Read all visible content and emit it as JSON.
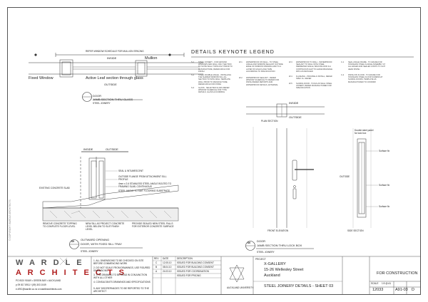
{
  "detail_a": {
    "top_dim": "REFER WINDOW SCHEDULE FOR MULLION SPACING",
    "inside": "INSIDE",
    "mullion": "Mullion",
    "fixed": "Fixed Window",
    "active": "Active Leaf section through glass",
    "outside": "OUTSIDE",
    "title": "DOOR",
    "subtitle": "JAMB SECTION THRU GLASS",
    "series": "STEEL JOINERY"
  },
  "keynote": {
    "heading": "DETAILS KEYNOTE LEGEND",
    "items": [
      {
        "code": "S-1",
        "text": "STEEL JOINERY - FOR GROUND WINDOWS AND WALL ONLY SECTION TO SUITE WALL TOPOLOGY PRIOR TO MANUFACTURE, REFER ARCH FOR FINISH"
      },
      {
        "code": "S-2",
        "text": "STEEL DOUBLE ANGLE - INSTALLING THE SHARED WINDOW SILL ALL SECTION TO WITH WALL TEMPLATE WALL PRIOR TO MANUFACTURE, REFER ARCH FOR FINISH"
      },
      {
        "code": "S-3",
        "text": "GLASS - SELECTED GLASS REFER WINDOW SCHEDULE FOR TYPE DETAILS, GLASS ACCORDING"
      },
      {
        "code": "W-1",
        "text": "WATERPROOF ON WALL - TO STEEL ANGLE AND WINDOW SEALANT OUTSIDE EDGE OF WINDOW OPENING AND TO A LAYER OF HIGH FLASH TAPE ACCORDING TO SPECIFICATION"
      },
      {
        "code": "W-2",
        "text": "WATERPROOF SEALANT - REFER WINDOW SCHEDULE TO REFER FOR FINISH REFER REPORTS AND WATERPROOF DETAILS, EXTERNAL"
      },
      {
        "code": "W-3",
        "text": "WATERPROOF TO WALL - WATERPROOF SEALANT TO WALL WITH STEEL PERIMETER ANGLE, BACKING ROD & A CONTINUOUS GAP TO LEAVE DRAINAGE PATH AS DETAILED"
      },
      {
        "code": "W-4",
        "text": "FLASHING - PROVIDE & INSTALL, REFER SPEC CL. REFER"
      },
      {
        "code": "W-5",
        "text": "SLIDING DOOR - TOOLS AS WALL STEEL JOINERY, REFER MANUFACTURER FOR SPECIFICATION"
      },
      {
        "code": "C-1",
        "text": "SEAL ANGLE FRAME - TO GRADE FOR STAINLESS STEEL FLANGE ASSEMBLY AT ALL EDGES AND SEALED JOINTS TO SUIT HEAD FINISH"
      },
      {
        "code": "C-2",
        "text": "FINISH ON FLOOR - TO GRADE FOR STAINLESS STEEL FLOOR SCREWS AT SLIDING DOORS, TEMPLATE AS MANUFACTURED TO CONFIRM"
      }
    ]
  },
  "detail_b": {
    "inside": "INSIDE",
    "outside": "OUTSIDE",
    "notes": [
      "SEAL & INTUMESCENT",
      "OUTSIDE FLANGE FROM ATTACHMENT SILL PROFILE",
      "4mm x 2.6 STAINLESS STEEL ANGLE BOLTED TO FRAMING SLAB, CONTINUOUS",
      "STEEL ANGLE TO SUIT FLOORING SUBSTRATE"
    ],
    "left_note": "EXISTING CONCRETE SLAB",
    "bottom_notes": [
      "REMOVE CONCRETE TOPPING TO COMPLETE FLOOR LEVEL",
      "NEW SILL AS PROJECT CONCRETE LEVEL BELOW TO SUIT FINISH LEVEL",
      "PROVIDE SEALED NEW STEEL FALLS FOR EXTERIOR CONCRETE SURFACE"
    ],
    "number": "D5",
    "title": "OUTWARD OPENING",
    "subtitle": "DOOR, WITH FIXED SILL TRAY",
    "series": "STEEL JOINERY"
  },
  "detail_c": {
    "inside": "INSIDE",
    "outside": "OUTSIDE",
    "plan": "PLAN SECTION",
    "double_steel": "Double steel panel for lock box",
    "outside_label": "OUTSIDE",
    "front": "FRONT ELEVATION",
    "side": "SIDE SECTION",
    "side_notes": [
      "Surface fix",
      "Surface fix",
      "Surface fix"
    ],
    "number": "D6",
    "title": "DOOR",
    "subtitle": "JAMB SECTION THRU LOCK BOX",
    "series": "STEEL JOINERY"
  },
  "logo": {
    "line1": "W A R D L E",
    "line2": "A R C H I T E C T S",
    "address": [
      "PO BOX 90169 • GREEN BAY • AUCKLAND",
      "p  09 817 8911           f  (09) 303 1049",
      "e  ARC@wardle.co.nz    w  wardlearchitects.com"
    ],
    "side_text": "© COPYRIGHT WARDLE ARCHITECTS"
  },
  "notes_block": [
    "1.  ALL DIMENSIONS TO BE CHECKED ON SITE BEFORE COMMENCING WORK",
    "2.  DO NOT SCALE FROM DRAWINGS, USE FIGURED DIMENSIONS",
    "3.  THIS DRAWING TO BE READ IN CONJUNCTION WITH ALL OTHER",
    "4.  CONSULTANTS DRAWINGS AND SPECIFICATIONS",
    "5.  ANY DISCREPANCIES TO BE REPORTED TO THE ARCHITECT"
  ],
  "revisions": {
    "headers": [
      "REV",
      "DATE",
      "DESCRIPTION"
    ],
    "rows": [
      [
        "C",
        "12.05.10",
        "ISSUED FOR BUILDING CONSENT"
      ],
      [
        "B",
        "08.04.10",
        "ISSUED FOR BUILDING CONSENT"
      ],
      [
        "A",
        "24.03.10",
        "ISSUED FOR COORDINATION"
      ],
      [
        "",
        "",
        "ISSUED FOR PRICING"
      ]
    ]
  },
  "project": {
    "label": "PROJECT",
    "name": "X-GALLERY",
    "street": "15-26 Wellesley Street",
    "city": "Auckland",
    "sheet_title": "STEEL JOINERY DETAILS - SHEET 03",
    "consultant": "AUCKLAND UNIVERSITY"
  },
  "stamp": {
    "status": "FOR CONSTRUCTION",
    "job_no": "12033",
    "drawing_no": "A91-03",
    "rev": "D",
    "scale_label": "SCALE",
    "scale": "1:5 @ A1"
  }
}
